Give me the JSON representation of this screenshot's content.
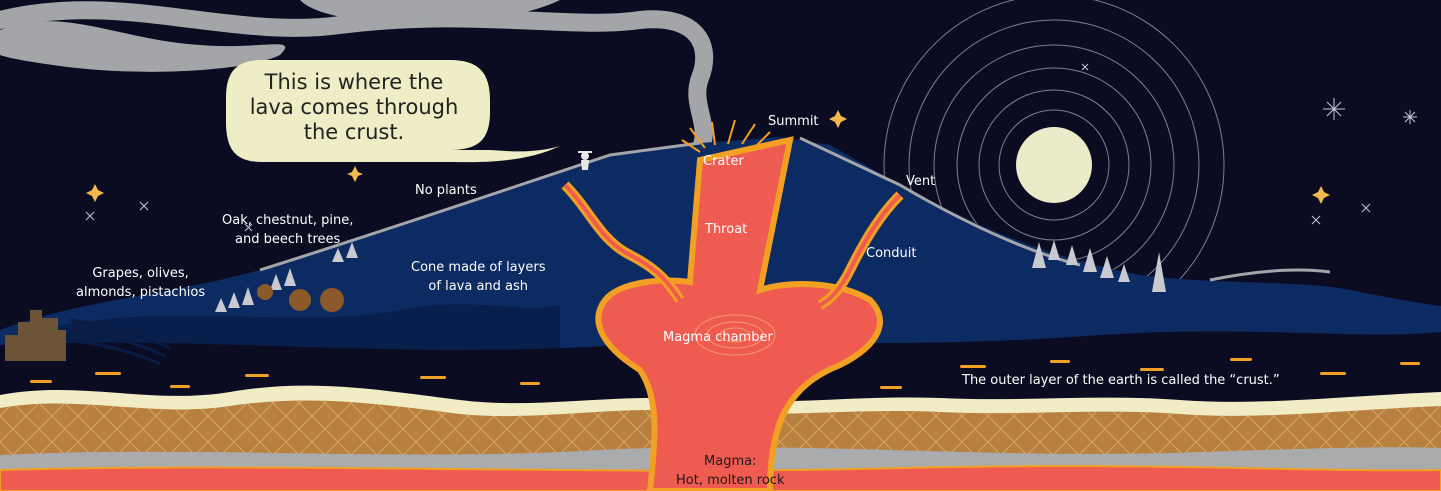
{
  "speech_bubble": {
    "line1": "This is where the",
    "line2": "lava comes through",
    "line3": "the crust."
  },
  "labels": {
    "summit": "Summit",
    "crater": "Crater",
    "vent": "Vent",
    "no_plants": "No plants",
    "trees_line1": "Oak, chestnut, pine,",
    "trees_line2": "and beech trees",
    "crops_line1": "Grapes, olives,",
    "crops_line2": "almonds, pistachios",
    "throat": "Throat",
    "conduit": "Conduit",
    "cone_line1": "Cone made of layers",
    "cone_line2": "of lava and ash",
    "magma_chamber": "Magma chamber",
    "crust": "The outer layer of the earth is called the “crust.”",
    "magma_line1": "Magma:",
    "magma_line2": "Hot, molten rock"
  },
  "colors": {
    "sky": "#0b0c22",
    "mountain": "#0d2b63",
    "mountain_shadow": "#081c45",
    "lava": "#ef5b50",
    "lava_edge": "#f2a023",
    "crust_tan": "#b8803e",
    "crust_cream": "#f1ecc6",
    "crust_gray": "#a9abad",
    "moon": "#ecebc9",
    "smoke": "#a3a5a8"
  }
}
